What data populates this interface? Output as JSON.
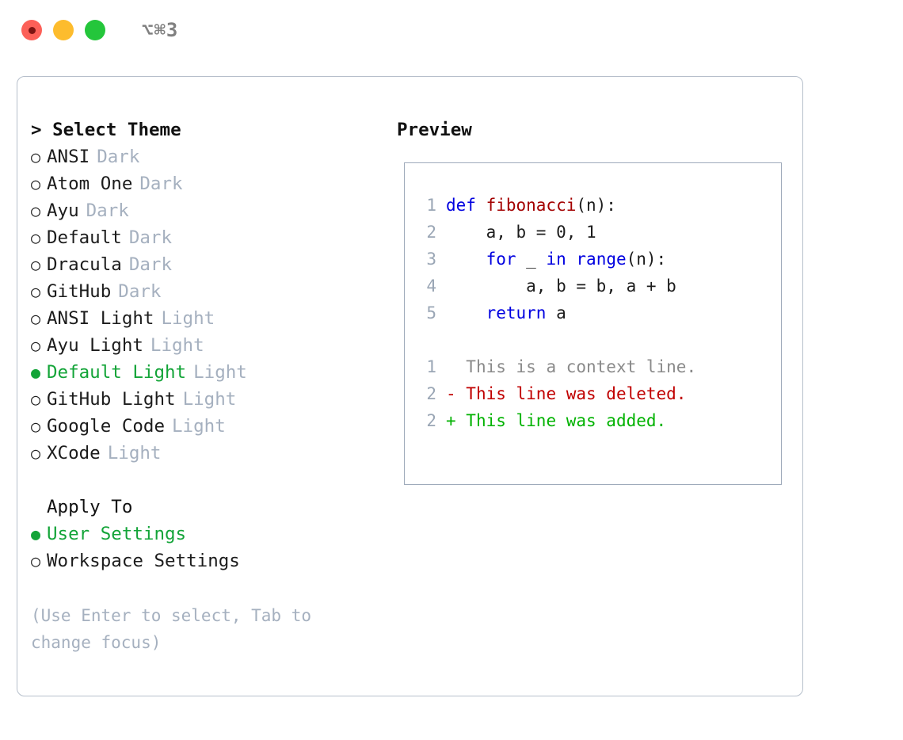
{
  "titlebar": {
    "shortcut": "⌥⌘3",
    "lights": [
      {
        "name": "close",
        "color": "#fc6058"
      },
      {
        "name": "minimize",
        "color": "#fdbc2d"
      },
      {
        "name": "maximize",
        "color": "#24c63b"
      }
    ]
  },
  "theme_panel": {
    "header": "> Select Theme",
    "options": [
      {
        "bullet": "○",
        "label": "ANSI",
        "tag": "Dark",
        "selected": false
      },
      {
        "bullet": "○",
        "label": "Atom One",
        "tag": "Dark",
        "selected": false
      },
      {
        "bullet": "○",
        "label": "Ayu",
        "tag": "Dark",
        "selected": false
      },
      {
        "bullet": "○",
        "label": "Default",
        "tag": "Dark",
        "selected": false
      },
      {
        "bullet": "○",
        "label": "Dracula",
        "tag": "Dark",
        "selected": false
      },
      {
        "bullet": "○",
        "label": "GitHub",
        "tag": "Dark",
        "selected": false
      },
      {
        "bullet": "○",
        "label": "ANSI Light",
        "tag": "Light",
        "selected": false
      },
      {
        "bullet": "○",
        "label": "Ayu Light",
        "tag": "Light",
        "selected": false
      },
      {
        "bullet": "●",
        "label": "Default Light",
        "tag": "Light",
        "selected": true
      },
      {
        "bullet": "○",
        "label": "GitHub Light",
        "tag": "Light",
        "selected": false
      },
      {
        "bullet": "○",
        "label": "Google Code",
        "tag": "Light",
        "selected": false
      },
      {
        "bullet": "○",
        "label": "XCode",
        "tag": "Light",
        "selected": false
      }
    ]
  },
  "apply_to": {
    "header": "Apply To",
    "options": [
      {
        "bullet": "●",
        "label": "User Settings",
        "selected": true
      },
      {
        "bullet": "○",
        "label": "Workspace Settings",
        "selected": false
      }
    ]
  },
  "hint": "(Use Enter to select, Tab to change focus)",
  "preview": {
    "title": "Preview",
    "code_lines": [
      {
        "num": "1",
        "tokens": [
          {
            "text": "def ",
            "style": "kw"
          },
          {
            "text": "fibonacci",
            "style": "fn"
          },
          {
            "text": "(n):",
            "style": "plain"
          }
        ]
      },
      {
        "num": "2",
        "tokens": [
          {
            "text": "    a, b = 0, 1",
            "style": "plain"
          }
        ]
      },
      {
        "num": "3",
        "tokens": [
          {
            "text": "    ",
            "style": "plain"
          },
          {
            "text": "for",
            "style": "kw"
          },
          {
            "text": " _ ",
            "style": "plain"
          },
          {
            "text": "in",
            "style": "kw"
          },
          {
            "text": " ",
            "style": "plain"
          },
          {
            "text": "range",
            "style": "kw"
          },
          {
            "text": "(n):",
            "style": "plain"
          }
        ]
      },
      {
        "num": "4",
        "tokens": [
          {
            "text": "        a, b = b, a + b",
            "style": "plain"
          }
        ]
      },
      {
        "num": "5",
        "tokens": [
          {
            "text": "    ",
            "style": "plain"
          },
          {
            "text": "return",
            "style": "kw"
          },
          {
            "text": " a",
            "style": "plain"
          }
        ]
      }
    ],
    "diff_lines": [
      {
        "num": "1",
        "marker": "  ",
        "text": "This is a context line.",
        "kind": "ctx"
      },
      {
        "num": "2",
        "marker": "- ",
        "text": "This line was deleted.",
        "kind": "del"
      },
      {
        "num": "2",
        "marker": "+ ",
        "text": "This line was added.",
        "kind": "add"
      }
    ]
  },
  "colors": {
    "selected_green": "#13a438",
    "tag_gray": "#a5b0bf",
    "keyword_blue": "#0000e0",
    "function_red": "#a30000",
    "diff_delete": "#c00000",
    "diff_add": "#00b200",
    "border": "#9fabbb"
  }
}
